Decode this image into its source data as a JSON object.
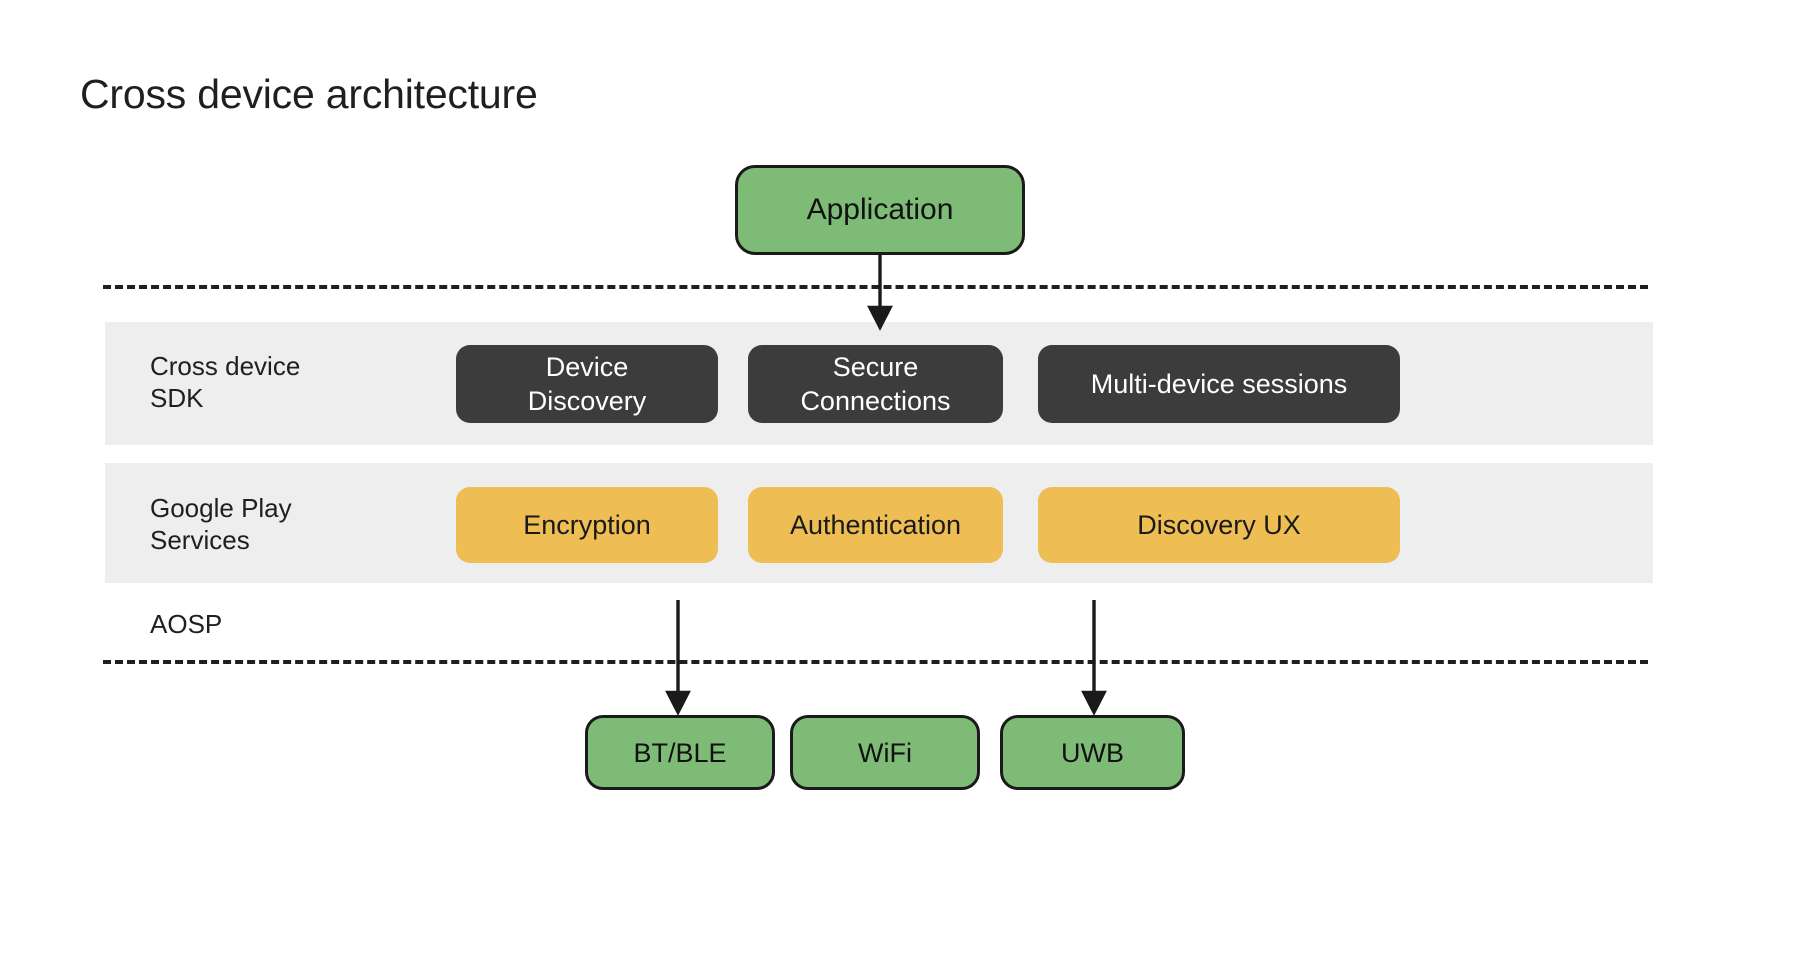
{
  "page": {
    "title": "Cross device architecture",
    "background_color": "#ffffff"
  },
  "colors": {
    "green_node": "#7ebb77",
    "dark_node": "#3c3c3c",
    "orange_node": "#eebd53",
    "band_gray": "#eeeeee",
    "stroke": "#1a1a1a",
    "text_dark": "#1f1f1f",
    "text_light": "#ffffff"
  },
  "diagram": {
    "application": {
      "label": "Application"
    },
    "layers": [
      {
        "id": "cross-device-sdk",
        "label": "Cross device\nSDK",
        "nodes": [
          {
            "id": "device-discovery",
            "label": "Device\nDiscovery"
          },
          {
            "id": "secure-connections",
            "label": "Secure\nConnections"
          },
          {
            "id": "multi-device-sessions",
            "label": "Multi-device sessions"
          }
        ]
      },
      {
        "id": "google-play-services",
        "label": "Google Play\nServices",
        "nodes": [
          {
            "id": "encryption",
            "label": "Encryption"
          },
          {
            "id": "authentication",
            "label": "Authentication"
          },
          {
            "id": "discovery-ux",
            "label": "Discovery UX"
          }
        ]
      },
      {
        "id": "aosp",
        "label": "AOSP",
        "nodes": []
      }
    ],
    "radios": [
      {
        "id": "bt-ble",
        "label": "BT/BLE"
      },
      {
        "id": "wifi",
        "label": "WiFi"
      },
      {
        "id": "uwb",
        "label": "UWB"
      }
    ],
    "connections": [
      {
        "id": "app-to-sdk",
        "from": "application",
        "to": "cross-device-sdk"
      },
      {
        "id": "encryption-to-bt-ble",
        "from": "encryption",
        "to": "bt-ble"
      },
      {
        "id": "discovery-ux-to-uwb",
        "from": "discovery-ux",
        "to": "uwb"
      }
    ]
  }
}
